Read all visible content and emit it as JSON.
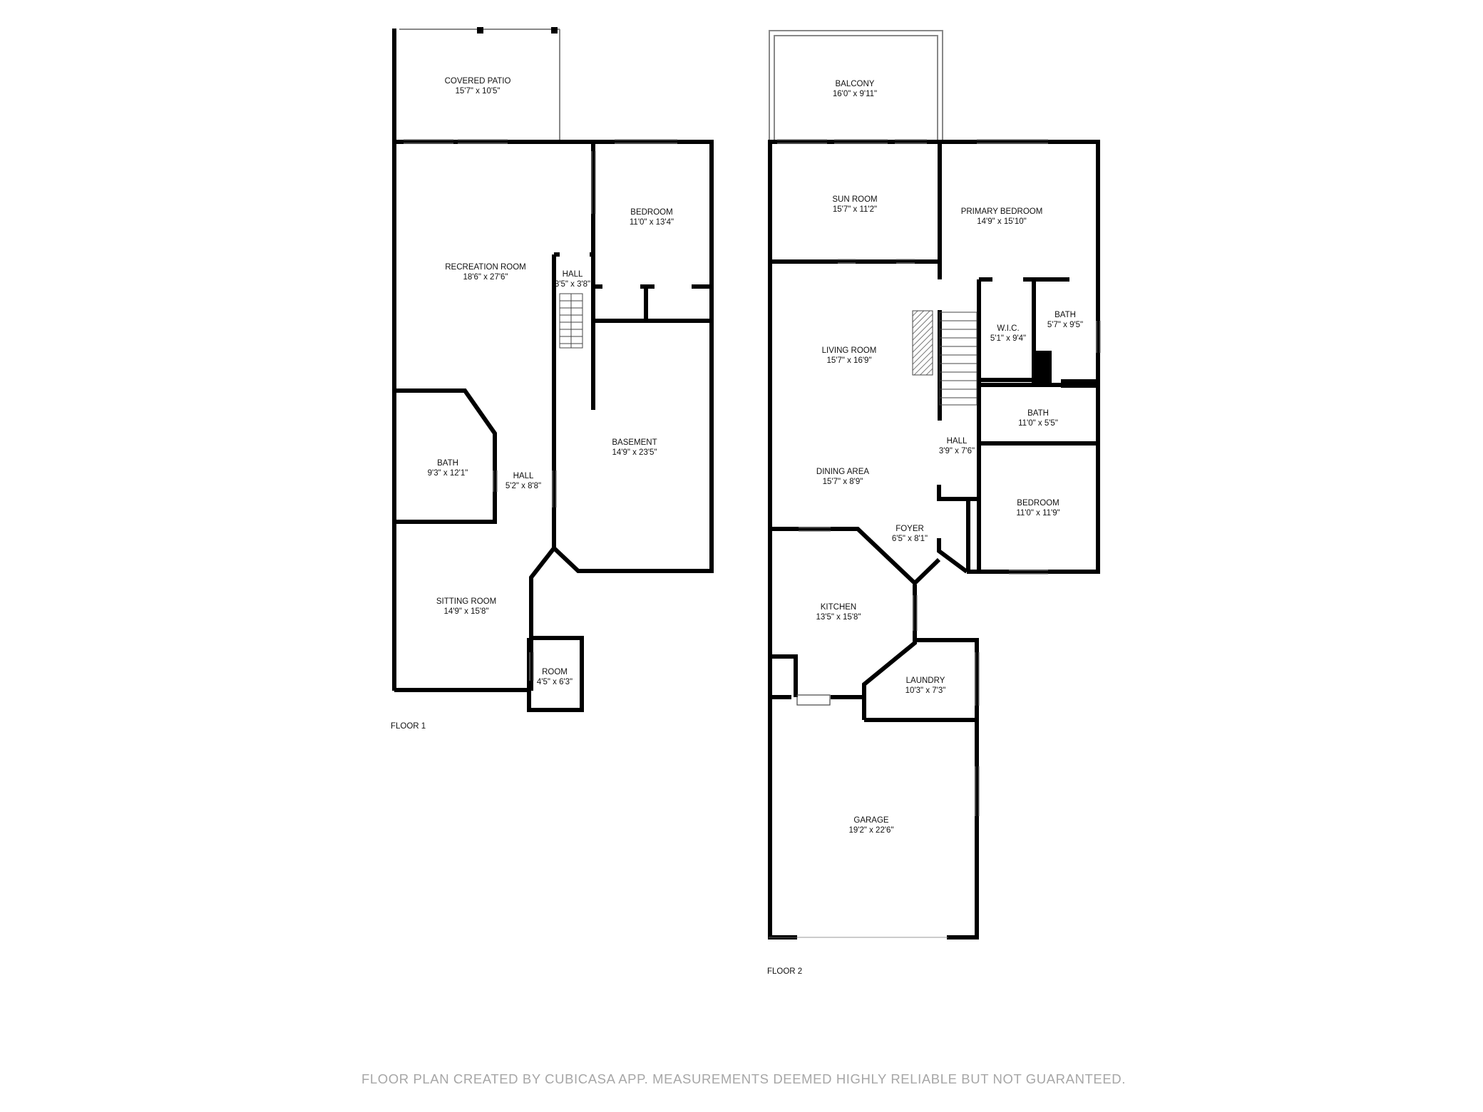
{
  "plan": {
    "footer": "FLOOR PLAN CREATED BY CUBICASA APP. MEASUREMENTS DEEMED HIGHLY RELIABLE BUT NOT GUARANTEED.",
    "floors": [
      {
        "label": "FLOOR 1",
        "rooms": [
          {
            "name": "COVERED PATIO",
            "size": "15'7\" x 10'5\""
          },
          {
            "name": "BEDROOM",
            "size": "11'0\" x 13'4\""
          },
          {
            "name": "RECREATION ROOM",
            "size": "18'6\" x 27'6\""
          },
          {
            "name": "HALL",
            "size": "3'5\" x 3'8\""
          },
          {
            "name": "BASEMENT",
            "size": "14'9\" x 23'5\""
          },
          {
            "name": "BATH",
            "size": "9'3\" x 12'1\""
          },
          {
            "name": "HALL",
            "size": "5'2\" x 8'8\""
          },
          {
            "name": "SITTING ROOM",
            "size": "14'9\" x 15'8\""
          },
          {
            "name": "ROOM",
            "size": "4'5\" x 6'3\""
          }
        ]
      },
      {
        "label": "FLOOR 2",
        "rooms": [
          {
            "name": "BALCONY",
            "size": "16'0\" x 9'11\""
          },
          {
            "name": "SUN ROOM",
            "size": "15'7\" x 11'2\""
          },
          {
            "name": "PRIMARY BEDROOM",
            "size": "14'9\" x 15'10\""
          },
          {
            "name": "W.I.C.",
            "size": "5'1\" x 9'4\""
          },
          {
            "name": "BATH",
            "size": "5'7\" x 9'5\""
          },
          {
            "name": "LIVING ROOM",
            "size": "15'7\" x 16'9\""
          },
          {
            "name": "BATH",
            "size": "11'0\" x 5'5\""
          },
          {
            "name": "HALL",
            "size": "3'9\" x 7'6\""
          },
          {
            "name": "DINING AREA",
            "size": "15'7\" x 8'9\""
          },
          {
            "name": "BEDROOM",
            "size": "11'0\" x 11'9\""
          },
          {
            "name": "FOYER",
            "size": "6'5\" x 8'1\""
          },
          {
            "name": "KITCHEN",
            "size": "13'5\" x 15'8\""
          },
          {
            "name": "LAUNDRY",
            "size": "10'3\" x 7'3\""
          },
          {
            "name": "GARAGE",
            "size": "19'2\" x 22'6\""
          }
        ]
      }
    ]
  }
}
